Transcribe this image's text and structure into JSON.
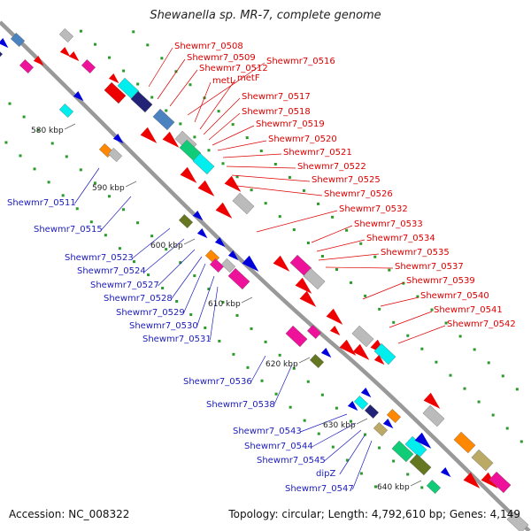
{
  "title": "Shewanella sp. MR-7, complete genome",
  "footer": {
    "accession": "Accession: NC_008322",
    "summary": "Topology: circular; Length: 4,792,610 bp; Genes: 4,149"
  },
  "ticks": [
    {
      "label": "580 kbp"
    },
    {
      "label": "590 kbp"
    },
    {
      "label": "600 kbp"
    },
    {
      "label": "610 kbp"
    },
    {
      "label": "620 kbp"
    },
    {
      "label": "630 kbp"
    },
    {
      "label": "640 kbp"
    }
  ],
  "labels_right": [
    "Shewmr7_0508",
    "Shewmr7_0509",
    "Shewmr7_0512",
    "Shewmr7_0516",
    "metL",
    "metF",
    "Shewmr7_0517",
    "Shewmr7_0518",
    "Shewmr7_0519",
    "Shewmr7_0520",
    "Shewmr7_0521",
    "Shewmr7_0522",
    "Shewmr7_0525",
    "Shewmr7_0526",
    "Shewmr7_0532",
    "Shewmr7_0533",
    "Shewmr7_0534",
    "Shewmr7_0535",
    "Shewmr7_0537",
    "Shewmr7_0539",
    "Shewmr7_0540",
    "Shewmr7_0541",
    "Shewmr7_0542"
  ],
  "labels_left": [
    "Shewmr7_0511",
    "Shewmr7_0515",
    "Shewmr7_0523",
    "Shewmr7_0524",
    "Shewmr7_0527",
    "Shewmr7_0528",
    "Shewmr7_0529",
    "Shewmr7_0530",
    "Shewmr7_0531",
    "Shewmr7_0536",
    "Shewmr7_0538",
    "Shewmr7_0543",
    "Shewmr7_0544",
    "Shewmr7_0545",
    "dipZ",
    "Shewmr7_0547"
  ],
  "colors": {
    "backbone": "#999999",
    "right_label": "#dd0000",
    "left_label": "#1c1cbb",
    "track_dots": "#2a9a2a",
    "gene_red": "#ee0000",
    "gene_blue": "#0000dd",
    "gene_cyan": "#00eeee",
    "gene_magenta": "#ee1199",
    "gene_steel": "#4b82c0",
    "gene_olive": "#667722",
    "gene_grey": "#bbbbbb",
    "gene_orange": "#ff8800",
    "gene_khaki": "#bbaa66",
    "gene_green": "#11cc77",
    "gene_navy": "#222277"
  }
}
